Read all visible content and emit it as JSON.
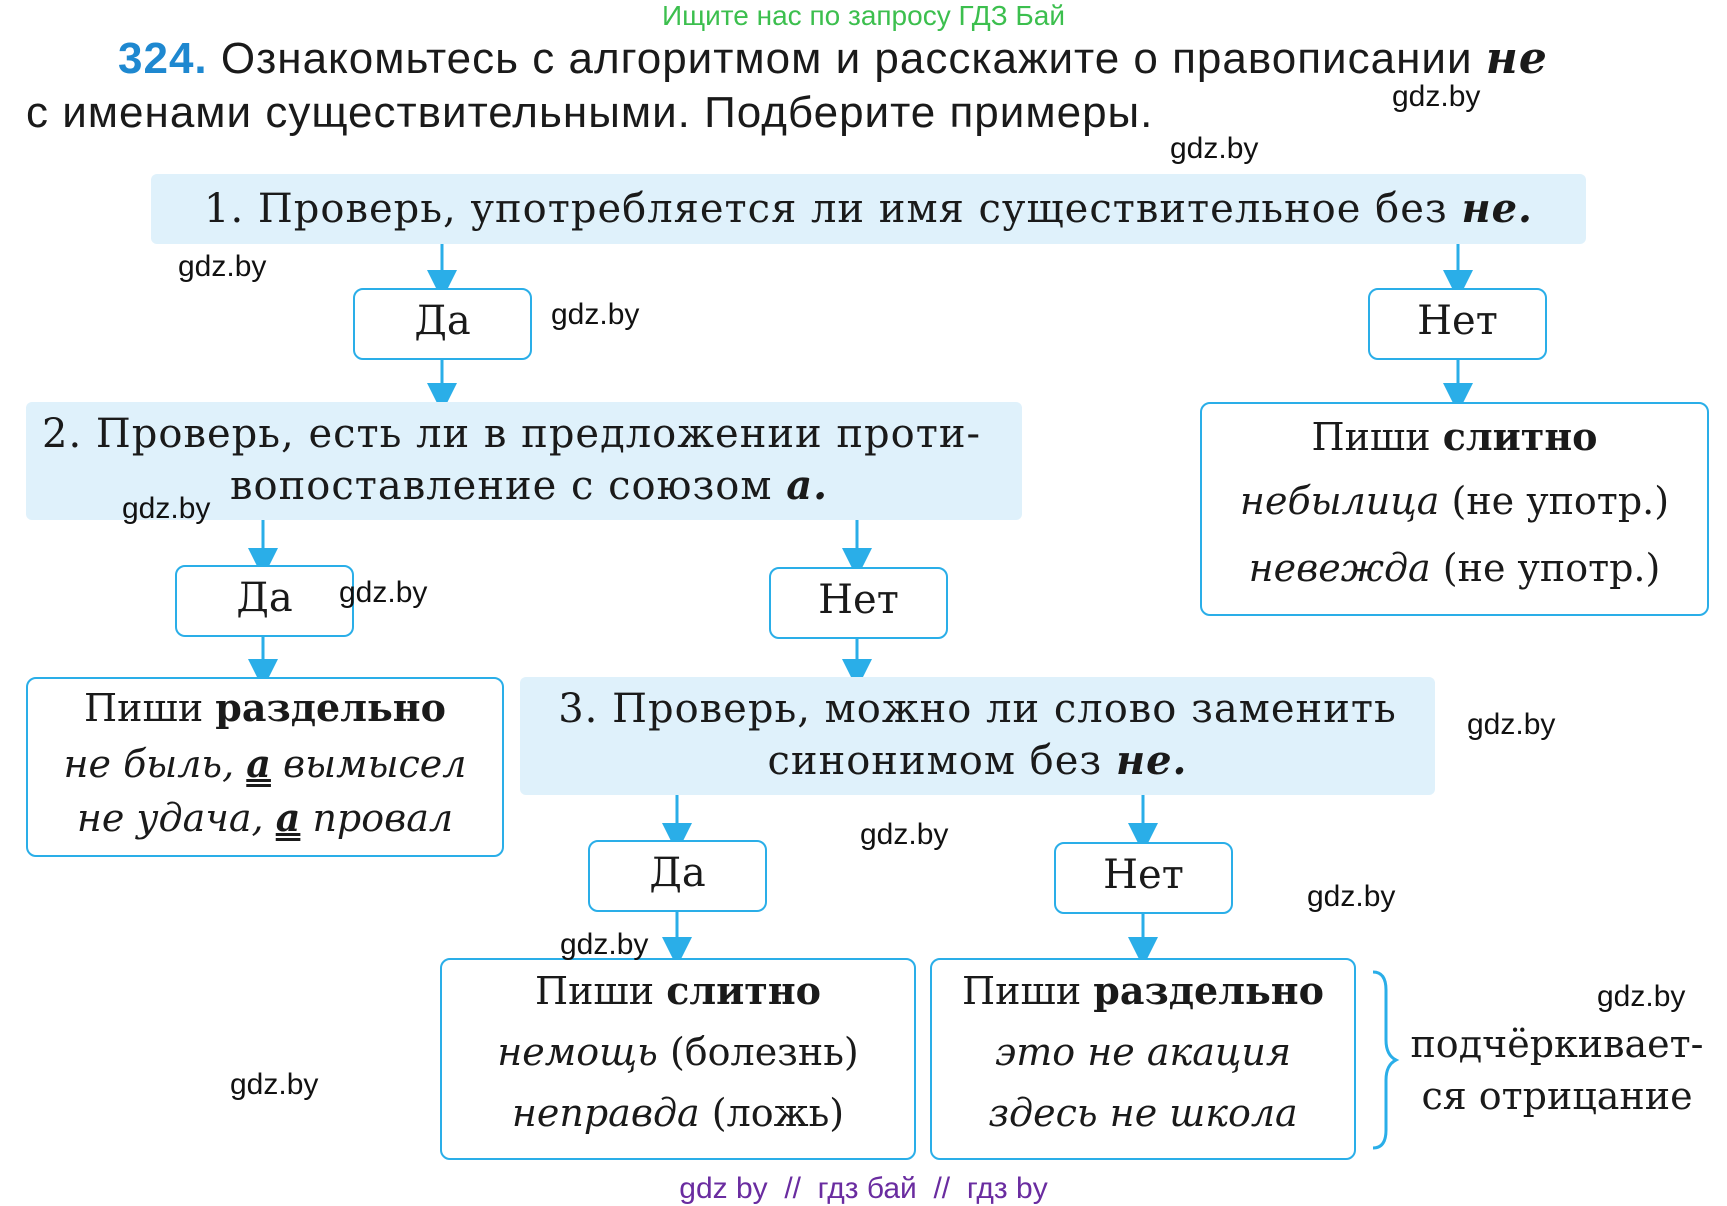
{
  "top_link": "Ищите нас по запросу ГДЗ Бай",
  "task": {
    "number": "324.",
    "line1": "Ознакомьтесь с алгоритмом и расскажите о правописании",
    "ne": "не",
    "line2": "с именами существительными. Подберите примеры."
  },
  "watermark": "gdz.by",
  "steps": {
    "s1": {
      "text": "1. Проверь, употребляется ли имя существительное без",
      "ne": "не."
    },
    "s2": {
      "line1": "2. Проверь, есть ли в предложении проти-",
      "line2": "вопоставление с союзом",
      "a": "а."
    },
    "s3": {
      "line1": "3. Проверь, можно ли слово заменить",
      "line2": "синонимом без",
      "ne": "не."
    }
  },
  "answers": {
    "yes": "Да",
    "no": "Нет"
  },
  "results": {
    "write": "Пиши",
    "together": "слитно",
    "separately": "раздельно",
    "r1": {
      "ex1": "небылица",
      "note1": "(не употр.)",
      "ex2": "невежда",
      "note2": "(не употр.)"
    },
    "r2": {
      "ex1a": "не быль,",
      "a": "а",
      "ex1b": "вымысел",
      "ex2a": "не удача,",
      "ex2b": "провал"
    },
    "r3": {
      "ex1": "немощь",
      "note1": "(болезнь)",
      "ex2": "неправда",
      "note2": "(ложь)"
    },
    "r4": {
      "ex1": "это не акация",
      "ex2": "здесь не школа"
    }
  },
  "brace_note": {
    "line1": "подчёркивает-",
    "line2": "ся отрицание"
  },
  "footer": "gdz by  //  гдз бай  //  гдз by"
}
